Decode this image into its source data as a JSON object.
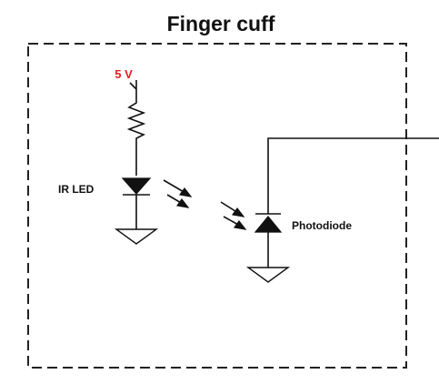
{
  "title": "Finger cuff",
  "supply_label": "5 V",
  "led_label": "IR LED",
  "photodiode_label": "Photodiode",
  "colors": {
    "supply": "#e02020",
    "ink": "#111111",
    "background": "#ffffff"
  },
  "components": [
    {
      "name": "supply",
      "label": "5 V"
    },
    {
      "name": "resistor-icon"
    },
    {
      "name": "ir-led-icon",
      "label": "IR LED"
    },
    {
      "name": "ir-emission-arrows"
    },
    {
      "name": "photodiode-icon",
      "label": "Photodiode"
    },
    {
      "name": "ground-icon",
      "count": 2
    }
  ]
}
